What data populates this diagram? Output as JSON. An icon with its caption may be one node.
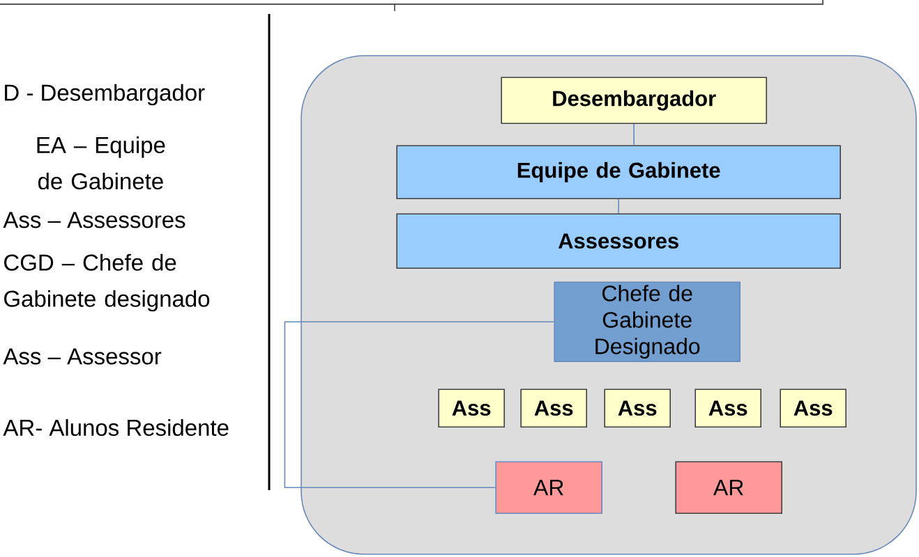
{
  "diagram": {
    "nodes": [
      {
        "text": [],
        "shape": "box"
      },
      {
        "text": [
          "Desembargador"
        ],
        "in": 0
      },
      {
        "text": [
          "Equipe de Gabinete"
        ],
        "in": 0
      },
      {
        "text": [
          "Assessores"
        ],
        "in": 0
      },
      {
        "text": [
          "Chefe de Gabinete Designado"
        ],
        "in": 0
      },
      {
        "text": [
          "Ass"
        ],
        "in": 0
      },
      {
        "text": [
          "Ass"
        ],
        "in": 0
      },
      {
        "text": [
          "Ass"
        ],
        "in": 0
      },
      {
        "text": [
          "Ass"
        ],
        "in": 0
      },
      {
        "text": [
          "Ass"
        ],
        "in": 0
      },
      {
        "text": [
          "AR"
        ],
        "in": 0
      },
      {
        "text": [
          "AR"
        ],
        "in": 0
      }
    ],
    "edges": [
      {
        "from": 1,
        "to": 2,
        "arrow": "none"
      },
      {
        "from": 2,
        "to": 3,
        "arrow": "none"
      },
      {
        "from": 4,
        "to": 10,
        "arrow": "none"
      }
    ],
    "labels": [
      "D - Desembargador",
      "EA – Equipe de Gabinete",
      "Ass – Assessores",
      "CGD – Chefe de Gabinete designado",
      "Ass – Assessor",
      "AR- Alunos Residente"
    ]
  }
}
